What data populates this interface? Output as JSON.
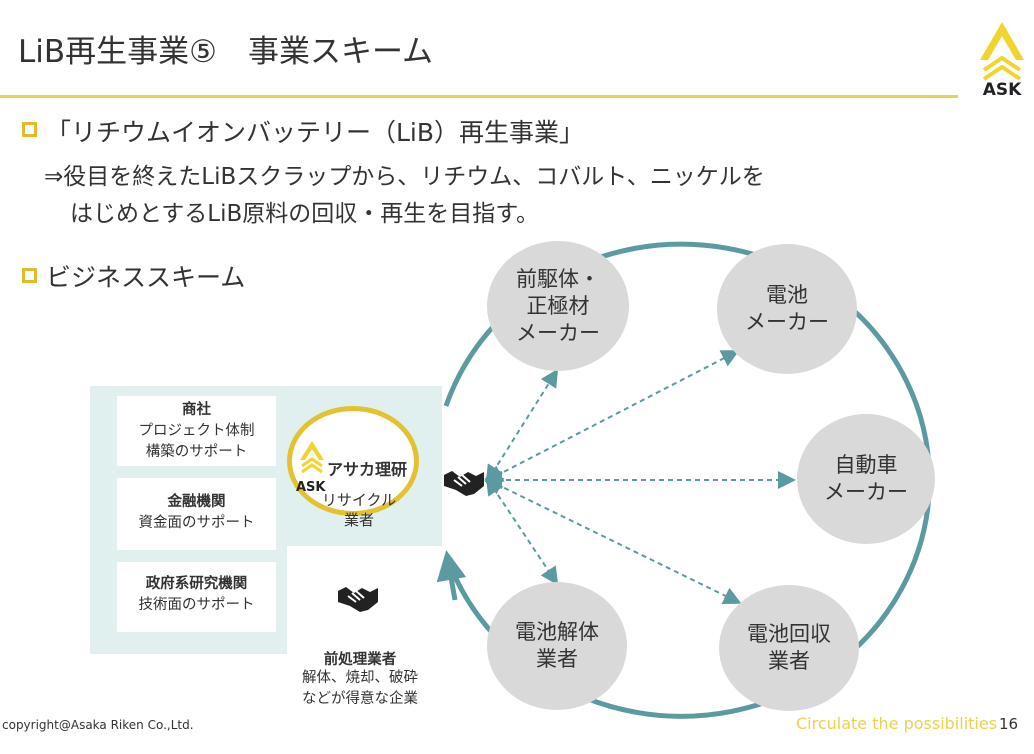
{
  "slide": {
    "title": "LiB再生事業⑤　事業スキーム",
    "logo_text": "ASK",
    "section1": {
      "heading": "「リチウムイオンバッテリー（LiB）再生事業」",
      "line1": "⇒役目を終えたLiBスクラップから、リチウム、コバルト、ニッケルを",
      "line2": "はじめとするLiB原料の回収・再生を目指す。"
    },
    "section2": {
      "heading": "ビジネススキーム"
    },
    "support_cards": [
      {
        "title": "商社",
        "desc": "プロジェクト体制\n構築のサポート"
      },
      {
        "title": "金融機関",
        "desc": "資金面のサポート"
      },
      {
        "title": "政府系研究機関",
        "desc": "技術面のサポート"
      }
    ],
    "asaka": {
      "name": "アサカ理研",
      "ask": "ASK",
      "role": "リサイクル\n業者"
    },
    "preprocessor": {
      "title": "前処理業者",
      "desc": "解体、焼却、破砕\nなどが得意な企業"
    },
    "cycle_nodes": [
      "前駆体・\n正極材\nメーカー",
      "電池\nメーカー",
      "自動車\nメーカー",
      "電池回収\n業者",
      "電池解体\n業者"
    ],
    "footer": {
      "copyright": "copyright@Asaka Riken Co.,Ltd.",
      "tagline": "Circulate the possibilities",
      "page": "16"
    },
    "colors": {
      "accent": "#ecd24a",
      "cycle": "#5b9aa0",
      "panel": "#dff0ef",
      "node": "#d9d9d9"
    }
  }
}
